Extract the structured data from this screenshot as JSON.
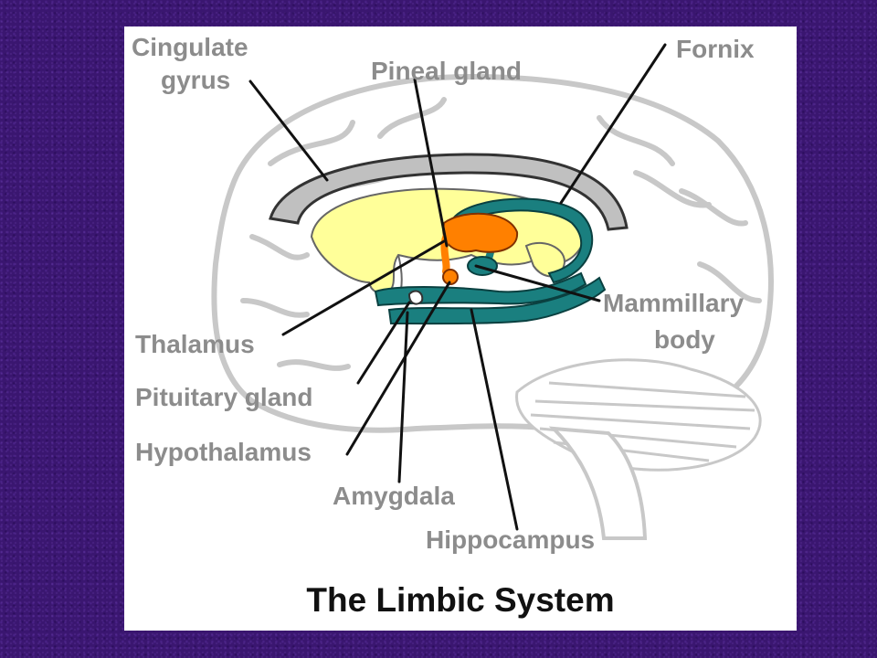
{
  "title": "The Limbic System",
  "labels": {
    "cingulate_gyrus_line1": "Cingulate",
    "cingulate_gyrus_line2": "gyrus",
    "pineal_gland": "Pineal gland",
    "fornix": "Fornix",
    "mammillary_body_line1": "Mammillary",
    "mammillary_body_line2": "body",
    "thalamus": "Thalamus",
    "pituitary_gland": "Pituitary gland",
    "hypothalamus": "Hypothalamus",
    "amygdala": "Amygdala",
    "hippocampus": "Hippocampus"
  },
  "colors": {
    "background": "#3a1670",
    "panel": "#ffffff",
    "brain_outline": "#c8c8c8",
    "cingulate_gyrus": "#c0c0c0",
    "thalamus_region": "#ffff99",
    "pineal_hypothalamus": "#ff8000",
    "fornix_hippocampus": "#1a7f7f",
    "label_text": "#8c8c8c",
    "title_text": "#111111"
  }
}
